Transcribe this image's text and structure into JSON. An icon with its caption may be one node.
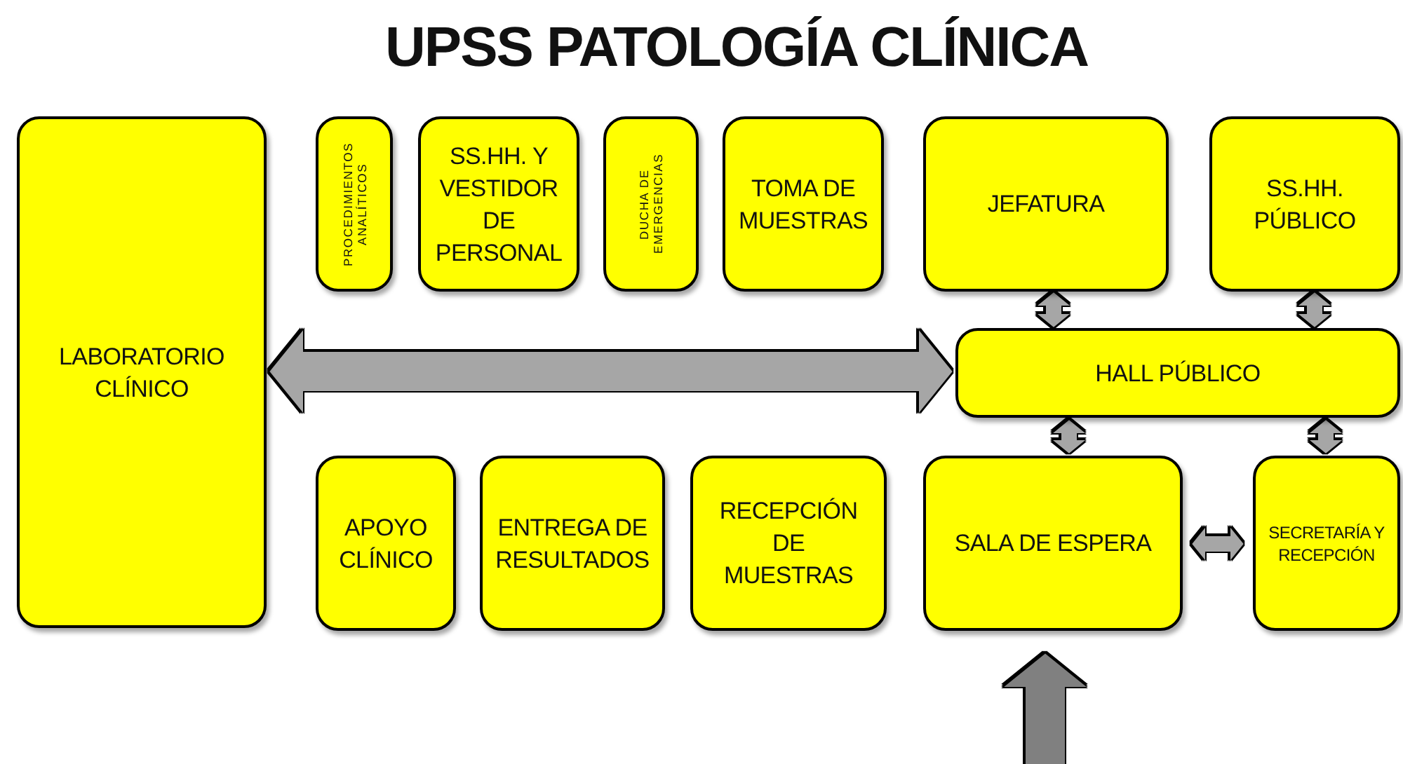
{
  "diagram": {
    "title": "UPSS PATOLOGÍA CLÍNICA",
    "nodes": [
      {
        "text": [
          "LABORATORIO CLÍNICO"
        ]
      },
      {
        "text": [
          "PROCEDIMIENTOS ANALÍTICOS"
        ]
      },
      {
        "text": [
          "SS.HH. Y VESTIDOR DE PERSONAL"
        ]
      },
      {
        "text": [
          "DUCHA DE EMERGENCIAS"
        ]
      },
      {
        "text": [
          "TOMA DE MUESTRAS"
        ]
      },
      {
        "text": [
          "JEFATURA"
        ]
      },
      {
        "text": [
          "SS.HH. PÚBLICO"
        ]
      },
      {
        "text": [
          "HALL PÚBLICO"
        ]
      },
      {
        "text": [
          "APOYO CLÍNICO"
        ]
      },
      {
        "text": [
          "ENTREGA DE RESULTADOS"
        ]
      },
      {
        "text": [
          "RECEPCIÓN DE MUESTRAS"
        ]
      },
      {
        "text": [
          "SALA DE ESPERA"
        ]
      },
      {
        "text": [
          "SECRETARÍA Y RECEPCIÓN"
        ]
      }
    ],
    "edges": [
      {
        "from": 0,
        "to": 7,
        "arrow": "both",
        "style": "thick"
      },
      {
        "from": 5,
        "to": 7,
        "arrow": "both"
      },
      {
        "from": 6,
        "to": 7,
        "arrow": "both"
      },
      {
        "from": 7,
        "to": 11,
        "arrow": "both"
      },
      {
        "from": 7,
        "to": 12,
        "arrow": "both"
      },
      {
        "from": 11,
        "to": 12,
        "arrow": "both"
      },
      {
        "from": null,
        "to": 11,
        "arrow": "to",
        "style": "thick",
        "color": "#808080"
      }
    ]
  }
}
